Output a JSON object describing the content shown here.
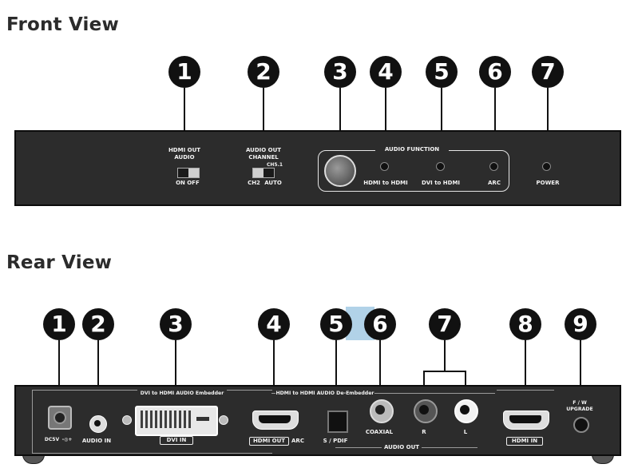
{
  "front": {
    "title": "Front View",
    "callouts": [
      "1",
      "2",
      "3",
      "4",
      "5",
      "6",
      "7"
    ],
    "labels": {
      "hdmi_out_audio_1": "HDMI OUT",
      "hdmi_out_audio_2": "AUDIO",
      "on": "ON",
      "off": "OFF",
      "audio_out_channel_1": "AUDIO OUT",
      "audio_out_channel_2": "CHANNEL",
      "ch51": "CH5.1",
      "ch2": "CH2",
      "auto": "AUTO",
      "audio_function": "AUDIO  FUNCTION",
      "hdmi_to_hdmi": "HDMI to HDMI",
      "dvi_to_hdmi": "DVI to HDMI",
      "arc": "ARC",
      "power": "POWER"
    }
  },
  "rear": {
    "title": "Rear View",
    "callouts": [
      "1",
      "2",
      "3",
      "4",
      "5",
      "6",
      "7",
      "8",
      "9"
    ],
    "labels": {
      "dc5v": "DC5V",
      "audio_in": "AUDIO IN",
      "dvi_in": "DVI IN",
      "dvi_embedder": "DVI  to  HDMI  AUDIO  Embedder",
      "hdmi_deembedder": "HDMI  to  HDMI  AUDIO  De-Embedder",
      "hdmi_out": "HDMI OUT",
      "arc": "ARC",
      "spdif": "S / PDIF",
      "coaxial": "COAXIAL",
      "r": "R",
      "l": "L",
      "audio_out": "AUDIO OUT",
      "hdmi_in": "HDMI IN",
      "fw_1": "F / W",
      "fw_2": "UPGRADE"
    }
  },
  "colors": {
    "panel": "#2c2c2c",
    "callout": "#111111",
    "highlight": "#a9cde6"
  }
}
